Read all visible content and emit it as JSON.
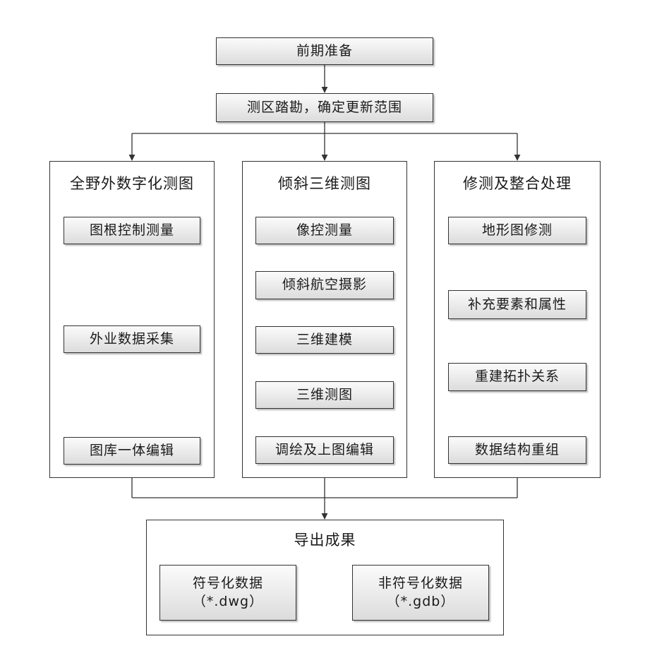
{
  "steps": {
    "prep": "前期准备",
    "survey": "测区踏勘，确定更新范围"
  },
  "columns": [
    {
      "title": "全野外数字化测图",
      "items": [
        "图根控制测量",
        "外业数据采集",
        "图库一体编辑"
      ]
    },
    {
      "title": "倾斜三维测图",
      "items": [
        "像控测量",
        "倾斜航空摄影",
        "三维建模",
        "三维测图",
        "调绘及上图编辑"
      ]
    },
    {
      "title": "修测及整合处理",
      "items": [
        "地形图修测",
        "补充要素和属性",
        "重建拓扑关系",
        "数据结构重组"
      ]
    }
  ],
  "output": {
    "title": "导出成果",
    "items": [
      {
        "name": "符号化数据",
        "ext": "（*.dwg）"
      },
      {
        "name": "非符号化数据",
        "ext": "（*.gdb）"
      }
    ]
  }
}
